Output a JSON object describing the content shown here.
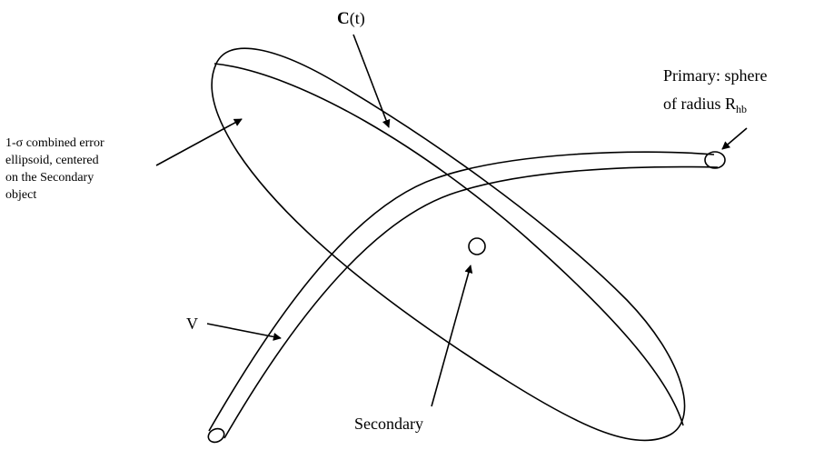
{
  "labels": {
    "ct_bold": "C",
    "ct_rest": "(t)",
    "ellipsoid_line1": "1-σ combined error",
    "ellipsoid_line2": "ellipsoid, centered",
    "ellipsoid_line3": "on the Secondary",
    "ellipsoid_line4": "object",
    "primary_line1": "Primary:  sphere",
    "primary_line2_main": "of radius R",
    "primary_line2_sub": "hb",
    "v": "V",
    "secondary": "Secondary"
  }
}
